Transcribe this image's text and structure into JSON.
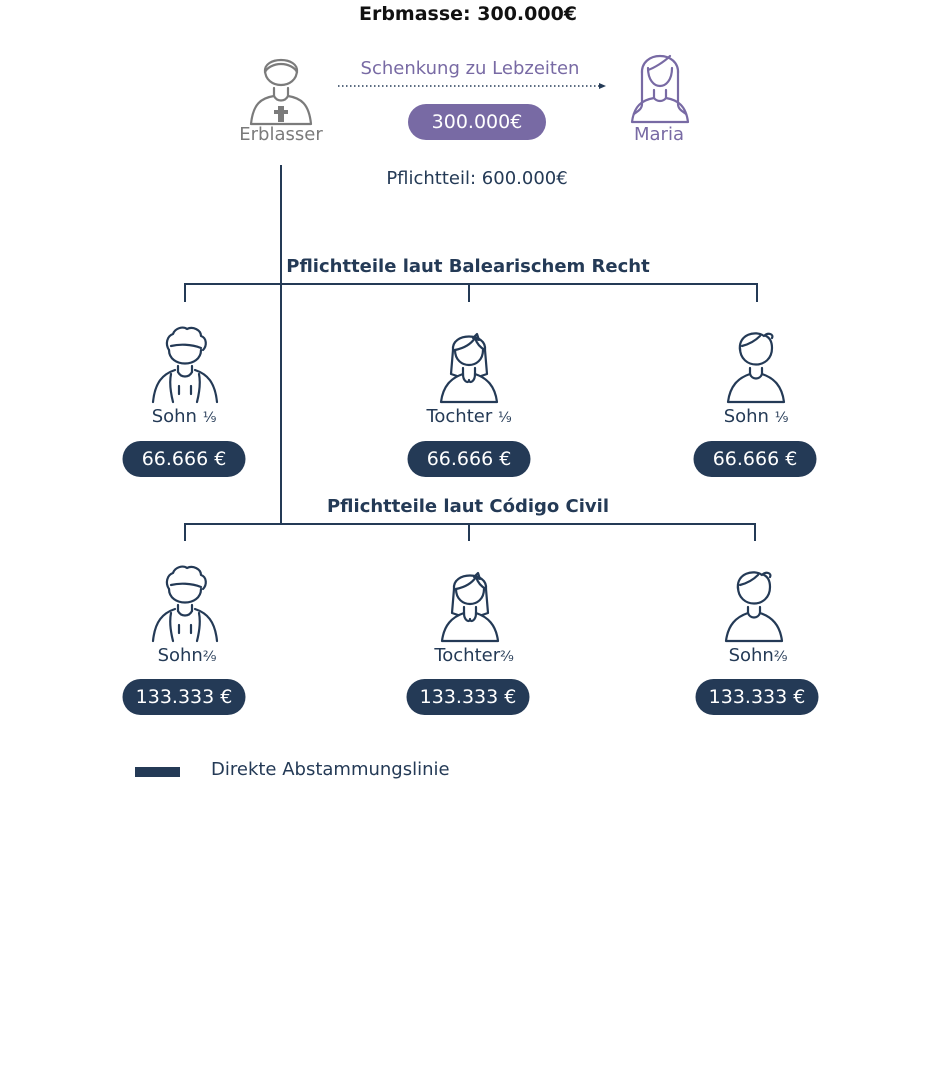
{
  "title": "Erbmasse: 300.000€",
  "top": {
    "erblasser_label": "Erblasser",
    "schenkung_label": "Schenkung zu Lebzeiten",
    "schenkung_amount": "300.000€",
    "maria_label": "Maria",
    "pflichtteil_label": "Pflichtteil: 600.000€"
  },
  "balearic": {
    "heading": "Pflichtteile laut Balearischem Recht",
    "heirs": [
      {
        "name": "Sohn",
        "fraction": "⅑",
        "amount": "66.666 €"
      },
      {
        "name": "Tochter",
        "fraction": "⅑",
        "amount": "66.666 €"
      },
      {
        "name": "Sohn",
        "fraction": "⅑",
        "amount": "66.666 €"
      }
    ]
  },
  "codigo": {
    "heading": "Pflichtteile laut Código Civil",
    "heirs": [
      {
        "name": "Sohn",
        "fraction": "²⁄₉",
        "amount": "133.333 €"
      },
      {
        "name": "Tochter",
        "fraction": "²⁄₉",
        "amount": "133.333 €"
      },
      {
        "name": "Sohn",
        "fraction": "²⁄₉",
        "amount": "133.333 €"
      }
    ]
  },
  "legend": {
    "label": "Direkte Abstammungslinie"
  },
  "colors": {
    "navy": "#243a56",
    "purple": "#786aa4",
    "gray": "#7b7b7b"
  }
}
